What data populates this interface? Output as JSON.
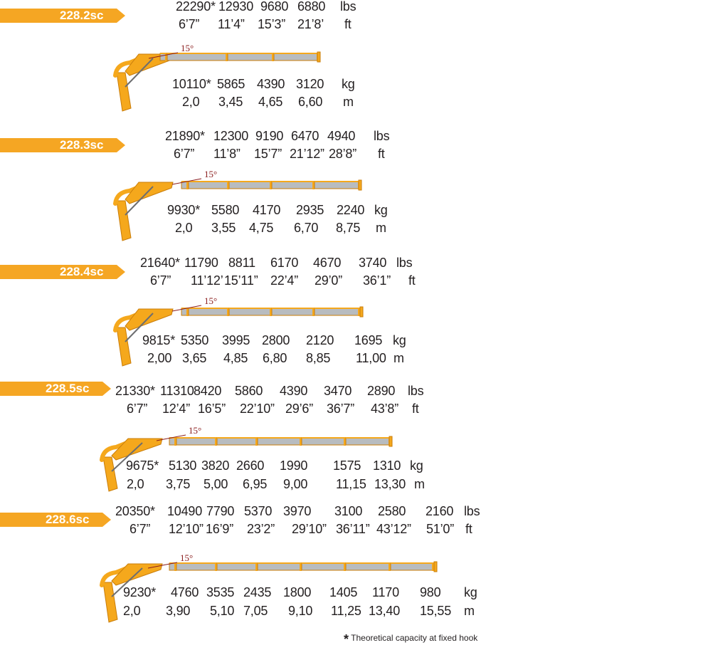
{
  "colors": {
    "tag": "#f5a623",
    "boom": "#f5a81c",
    "boom_outline": "#c97d0a",
    "section": "#b8bcbf",
    "angle": "#8a1c1c"
  },
  "boom_angle_label": "15°",
  "models": [
    {
      "name": "228.2sc",
      "imperial": {
        "capacity": [
          "22290*",
          "12930",
          "9680",
          "6880"
        ],
        "capacity_unit": "lbs",
        "reach": [
          "6’7”",
          "11’4”",
          "15’3”",
          "21’8’"
        ],
        "reach_unit": "ft"
      },
      "metric": {
        "capacity": [
          "10110*",
          "5865",
          "4390",
          "3120"
        ],
        "capacity_unit": "kg",
        "reach": [
          "2,0",
          "3,45",
          "4,65",
          "6,60"
        ],
        "reach_unit": "m"
      }
    },
    {
      "name": "228.3sc",
      "imperial": {
        "capacity": [
          "21890*",
          "12300",
          "9190",
          "6470",
          "4940"
        ],
        "capacity_unit": "lbs",
        "reach": [
          "6’7”",
          "11’8”",
          "15’7”",
          "21’12”",
          "28’8”"
        ],
        "reach_unit": "ft"
      },
      "metric": {
        "capacity": [
          "9930*",
          "5580",
          "4170",
          "2935",
          "2240"
        ],
        "capacity_unit": "kg",
        "reach": [
          "2,0",
          "3,55",
          "4,75",
          "6,70",
          "8,75"
        ],
        "reach_unit": "m"
      }
    },
    {
      "name": "228.4sc",
      "imperial": {
        "capacity": [
          "21640*",
          "11790",
          "8811",
          "6170",
          "4670",
          "3740"
        ],
        "capacity_unit": "lbs",
        "reach": [
          "6’7”",
          "11’12’",
          "15’11”",
          "22’4”",
          "29’0”",
          "36’1”"
        ],
        "reach_unit": "ft"
      },
      "metric": {
        "capacity": [
          "9815*",
          "5350",
          "3995",
          "2800",
          "2120",
          "1695"
        ],
        "capacity_unit": "kg",
        "reach": [
          "2,00",
          "3,65",
          "4,85",
          "6,80",
          "8,85",
          "11,00"
        ],
        "reach_unit": "m"
      }
    },
    {
      "name": "228.5sc",
      "imperial": {
        "capacity": [
          "21330*",
          "11310",
          "8420",
          "5860",
          "4390",
          "3470",
          "2890"
        ],
        "capacity_unit": "lbs",
        "reach": [
          "6’7”",
          "12’4”",
          "16’5”",
          "22’10”",
          "29’6”",
          "36’7”",
          "43’8”"
        ],
        "reach_unit": "ft"
      },
      "metric": {
        "capacity": [
          "9675*",
          "5130",
          "3820",
          "2660",
          "1990",
          "1575",
          "1310"
        ],
        "capacity_unit": "kg",
        "reach": [
          "2,0",
          "3,75",
          "5,00",
          "6,95",
          "9,00",
          "11,15",
          "13,30"
        ],
        "reach_unit": "m"
      }
    },
    {
      "name": "228.6sc",
      "imperial": {
        "capacity": [
          "20350*",
          "10490",
          "7790",
          "5370",
          "3970",
          "3100",
          "2580",
          "2160"
        ],
        "capacity_unit": "lbs",
        "reach": [
          "6’7”",
          "12’10”",
          "16’9”",
          "23’2”",
          "29’10”",
          "36’11”",
          "43’12”",
          "51’0”"
        ],
        "reach_unit": "ft"
      },
      "metric": {
        "capacity": [
          "9230*",
          "4760",
          "3535",
          "2435",
          "1800",
          "1405",
          "1170",
          "980"
        ],
        "capacity_unit": "kg",
        "reach": [
          "2,0",
          "3,90",
          "5,10",
          "7,05",
          "9,10",
          "11,25",
          "13,40",
          "15,55"
        ],
        "reach_unit": "m"
      }
    }
  ],
  "footnote": {
    "symbol": "*",
    "text": "Theoretical capacity at fixed hook"
  }
}
